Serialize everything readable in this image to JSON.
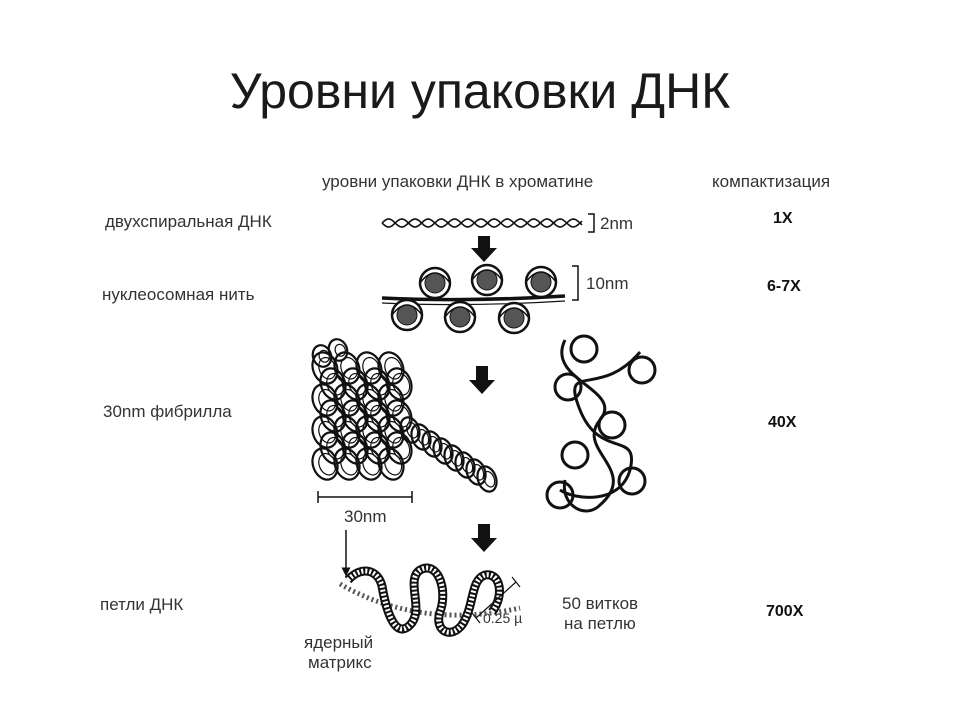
{
  "title": "Уровни упаковки ДНК",
  "headers": {
    "levels": "уровни упаковки ДНК в хроматине",
    "compaction": "компактизация"
  },
  "levels": [
    {
      "name": "двухспиральная ДНК",
      "compaction": "1X",
      "size": "2nm"
    },
    {
      "name": "нуклеосомная нить",
      "compaction": "6-7X",
      "size": "10nm"
    },
    {
      "name": "30nm фибрилла",
      "compaction": "40X",
      "size": "30nm"
    },
    {
      "name": "петли ДНК",
      "compaction": "700X",
      "size": "0.25 µ"
    }
  ],
  "annotations": {
    "turns_line1": "50 витков",
    "turns_line2": "на петлю",
    "matrix_line1": "ядерный",
    "matrix_line2": "матрикс"
  },
  "colors": {
    "ink": "#111111",
    "nucleosome": "#555555"
  }
}
